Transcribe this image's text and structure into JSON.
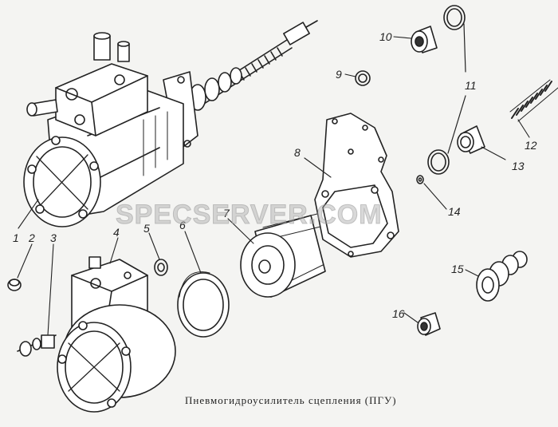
{
  "caption": "Пневмогидроусилитель сцепления (ПГУ)",
  "watermark": "SPECSERVER.COM",
  "part_numbers": [
    "1",
    "2",
    "3",
    "4",
    "5",
    "6",
    "7",
    "8",
    "9",
    "10",
    "11",
    "12",
    "13",
    "14",
    "15",
    "16"
  ],
  "colors": {
    "ink": "#222222",
    "background": "#f4f4f2",
    "watermark": "#aaaaaa"
  }
}
